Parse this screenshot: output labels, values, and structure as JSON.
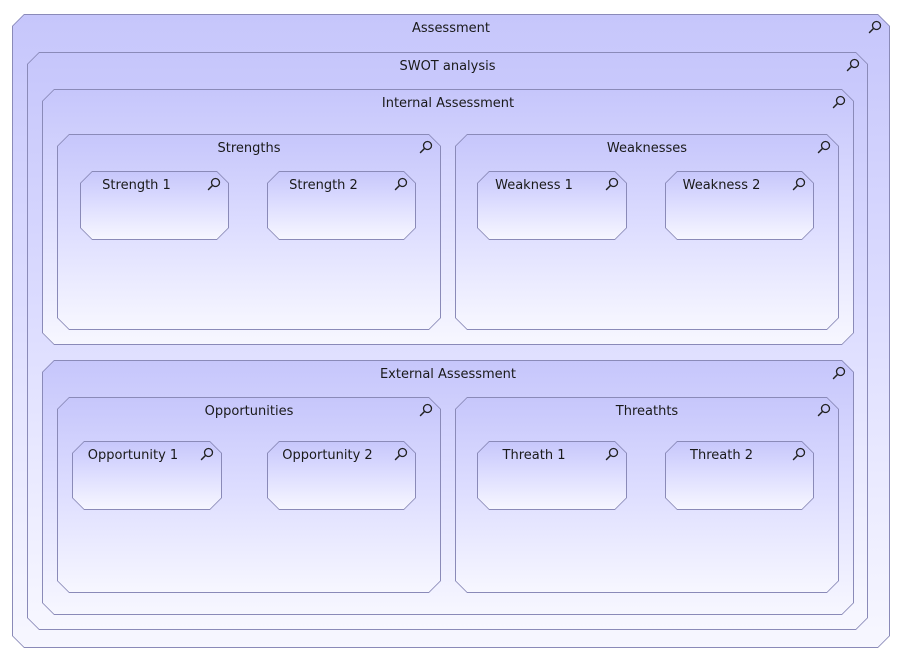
{
  "colors": {
    "fill_top": "#c6c6fb",
    "fill_bottom": "#f7f7ff",
    "border": "#8a8ab8"
  },
  "icon": "magnifier-icon",
  "diagram": {
    "root": "Assessment",
    "swot": "SWOT analysis",
    "internal": {
      "title": "Internal Assessment",
      "strengths": {
        "title": "Strengths",
        "items": [
          "Strength 1",
          "Strength 2"
        ]
      },
      "weaknesses": {
        "title": "Weaknesses",
        "items": [
          "Weakness 1",
          "Weakness 2"
        ]
      }
    },
    "external": {
      "title": "External Assessment",
      "opportunities": {
        "title": "Opportunities",
        "items": [
          "Opportunity 1",
          "Opportunity 2"
        ]
      },
      "threats": {
        "title": "Threathts",
        "items": [
          "Threath 1",
          "Threath 2"
        ]
      }
    }
  }
}
